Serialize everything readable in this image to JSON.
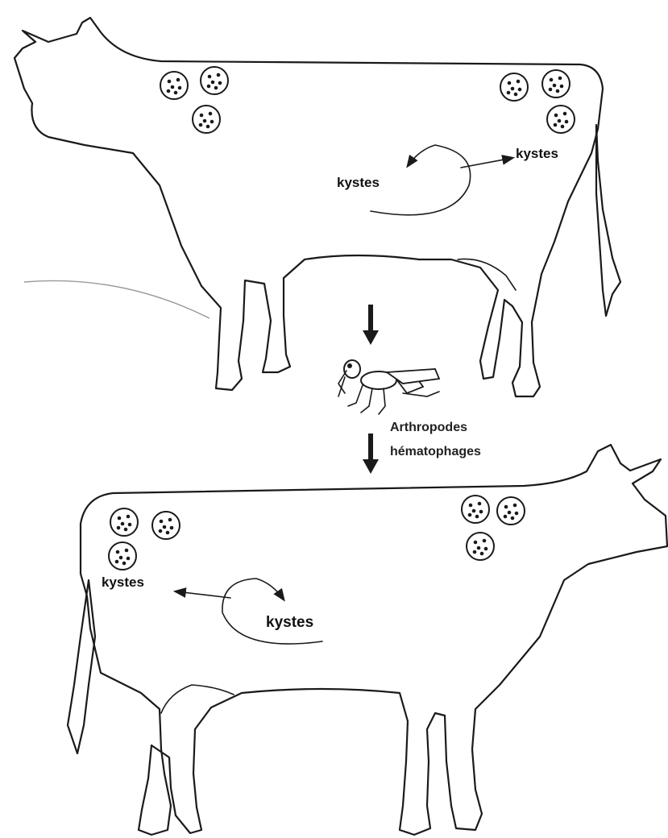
{
  "labels": {
    "cysts_left_top": "kystes",
    "cysts_right_top": "kystes",
    "vector_line1": "Arthropodes",
    "vector_line2": "hématophages",
    "cysts_left_bottom": "kystes",
    "cysts_right_bottom": "kystes"
  },
  "icons": {
    "vector": "fly-icon",
    "transmission_arrow": "down-arrow-icon"
  }
}
